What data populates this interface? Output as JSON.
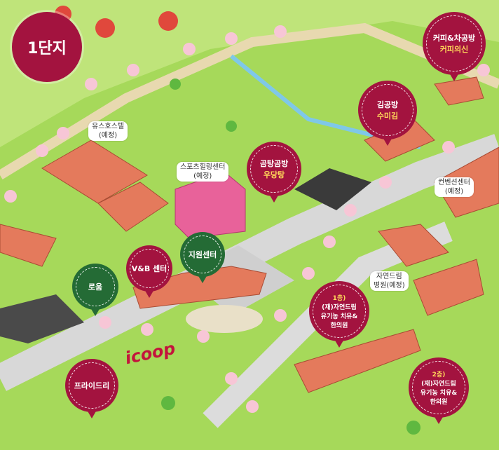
{
  "complex_title": "1단지",
  "bubbles": [
    {
      "title": "커피&차공방",
      "sub": "커피의신"
    },
    {
      "title": "김공방",
      "sub": "수미김"
    },
    {
      "title": "곰탕곰방",
      "sub": "우당탕"
    },
    {
      "title": "V&B 센터"
    },
    {
      "title": "지원센터"
    },
    {
      "title": "로움"
    },
    {
      "title": "프라이드리"
    },
    {
      "title": "1층)",
      "sub": "(재)자연드림 유기농 치유&한의원"
    },
    {
      "title": "2층)",
      "sub": "(재)자연드림 유기농 치유&한의원"
    }
  ],
  "labels": [
    {
      "name": "유스호스텔",
      "note": "(예정)"
    },
    {
      "name": "스포츠힐링센터",
      "note": "(예정)"
    },
    {
      "name": "컨벤션센터",
      "note": "(예정)"
    },
    {
      "name": "자연드림",
      "note": "병원(예정)"
    }
  ],
  "logo": "icoop",
  "colors": {
    "bubble_red": "#a3133f",
    "bubble_green": "#246b35",
    "grass": "#a6d95a"
  }
}
